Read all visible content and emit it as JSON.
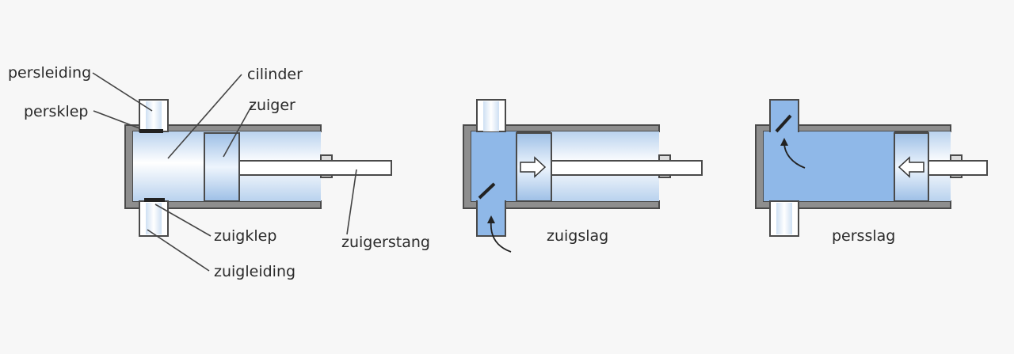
{
  "labels": {
    "persleiding": "persleiding",
    "persklep": "persklep",
    "cilinder": "cilinder",
    "zuiger": "zuiger",
    "zuigklep": "zuigklep",
    "zuigleiding": "zuigleiding",
    "zuigerstang": "zuigerstang",
    "zuigslag": "zuigslag",
    "persslag": "persslag"
  },
  "colors": {
    "background": "#f7f7f7",
    "wall": "#8e8e8e",
    "outline": "#4a4a4a",
    "fluid": "#8fb8e8",
    "white": "#ffffff",
    "pale_blue": "#c9dcf0"
  }
}
